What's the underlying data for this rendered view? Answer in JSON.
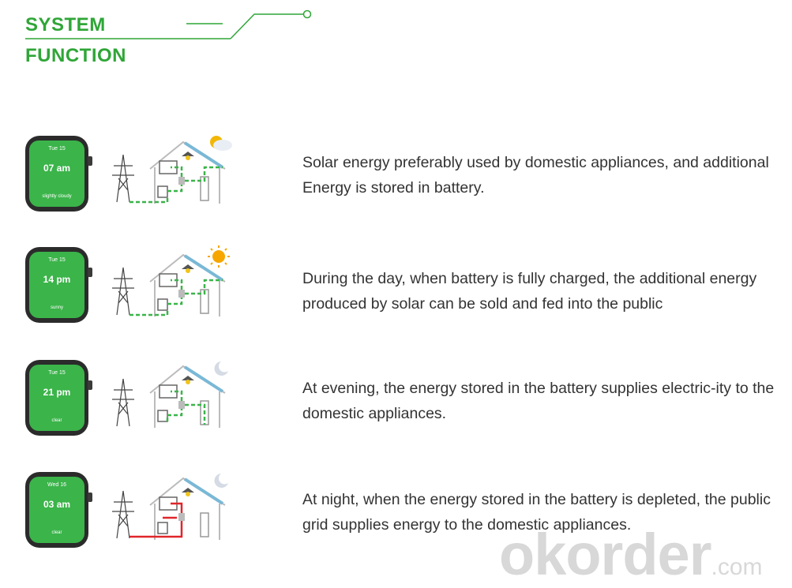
{
  "header": {
    "title_line1": "SYSTEM",
    "title_line2": "FUNCTION",
    "accent_color": "#2fa637"
  },
  "rows": [
    {
      "watch": {
        "date": "Tue 15",
        "time": "07 am",
        "condition": "slightly cloudy"
      },
      "weather_icon": "sun-behind-cloud-icon",
      "flow_color": "#3bb44a",
      "text": "Solar energy preferably used by domestic appliances, and additional Energy is stored in battery."
    },
    {
      "watch": {
        "date": "Tue 15",
        "time": "14 pm",
        "condition": "sunny"
      },
      "weather_icon": "sun-icon",
      "flow_color": "#3bb44a",
      "text": "During the day, when battery is fully charged, the additional energy produced by solar can be sold and fed into the public"
    },
    {
      "watch": {
        "date": "Tue 15",
        "time": "21 pm",
        "condition": "clear"
      },
      "weather_icon": "moon-icon",
      "flow_color": "#3bb44a",
      "text": "At evening, the energy stored in the battery supplies electric-ity to the domestic appliances."
    },
    {
      "watch": {
        "date": "Wed 16",
        "time": "03 am",
        "condition": "clear"
      },
      "weather_icon": "moon-icon",
      "flow_color": "#e0262b",
      "text": "At night, when the energy stored in the battery is depleted, the public grid supplies energy to the domestic appliances."
    }
  ],
  "watermark": {
    "main": "okorder",
    "suffix": ".com"
  }
}
